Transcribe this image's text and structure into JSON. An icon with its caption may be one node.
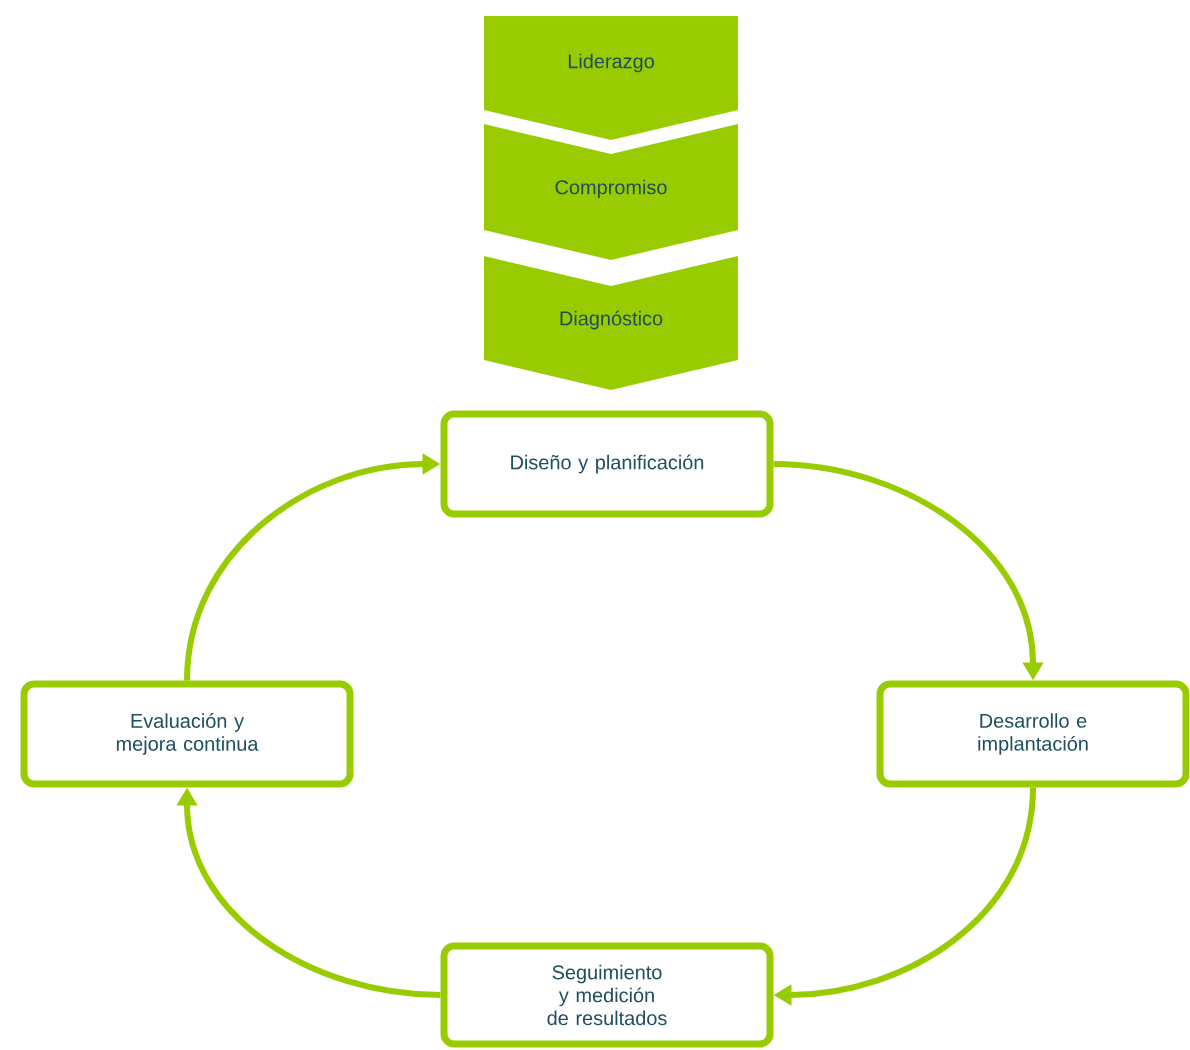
{
  "diagram": {
    "nodes": [
      {
        "text": [
          "Liderazgo"
        ]
      },
      {
        "text": [
          "Compromiso"
        ]
      },
      {
        "text": [
          "Diagnóstico"
        ]
      },
      {
        "text": [
          "Diseño y planificación"
        ]
      },
      {
        "text": [
          "Desarrollo e implantación"
        ]
      },
      {
        "text": [
          "Seguimiento y medición de resultados"
        ]
      },
      {
        "text": [
          "Evaluación y mejora continua"
        ]
      }
    ],
    "edges": [
      {
        "from": 3,
        "to": 4,
        "arrow": "to"
      },
      {
        "from": 4,
        "to": 5,
        "arrow": "to"
      },
      {
        "from": 5,
        "to": 6,
        "arrow": "to"
      },
      {
        "from": 6,
        "to": 3,
        "arrow": "to"
      }
    ]
  }
}
